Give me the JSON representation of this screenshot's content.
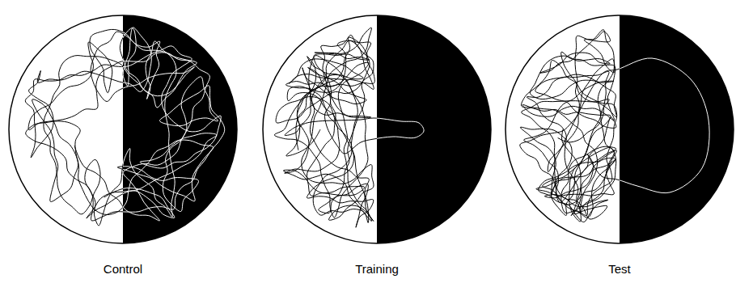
{
  "diagram": {
    "labels": [
      "Control",
      "Training",
      "Test"
    ]
  }
}
